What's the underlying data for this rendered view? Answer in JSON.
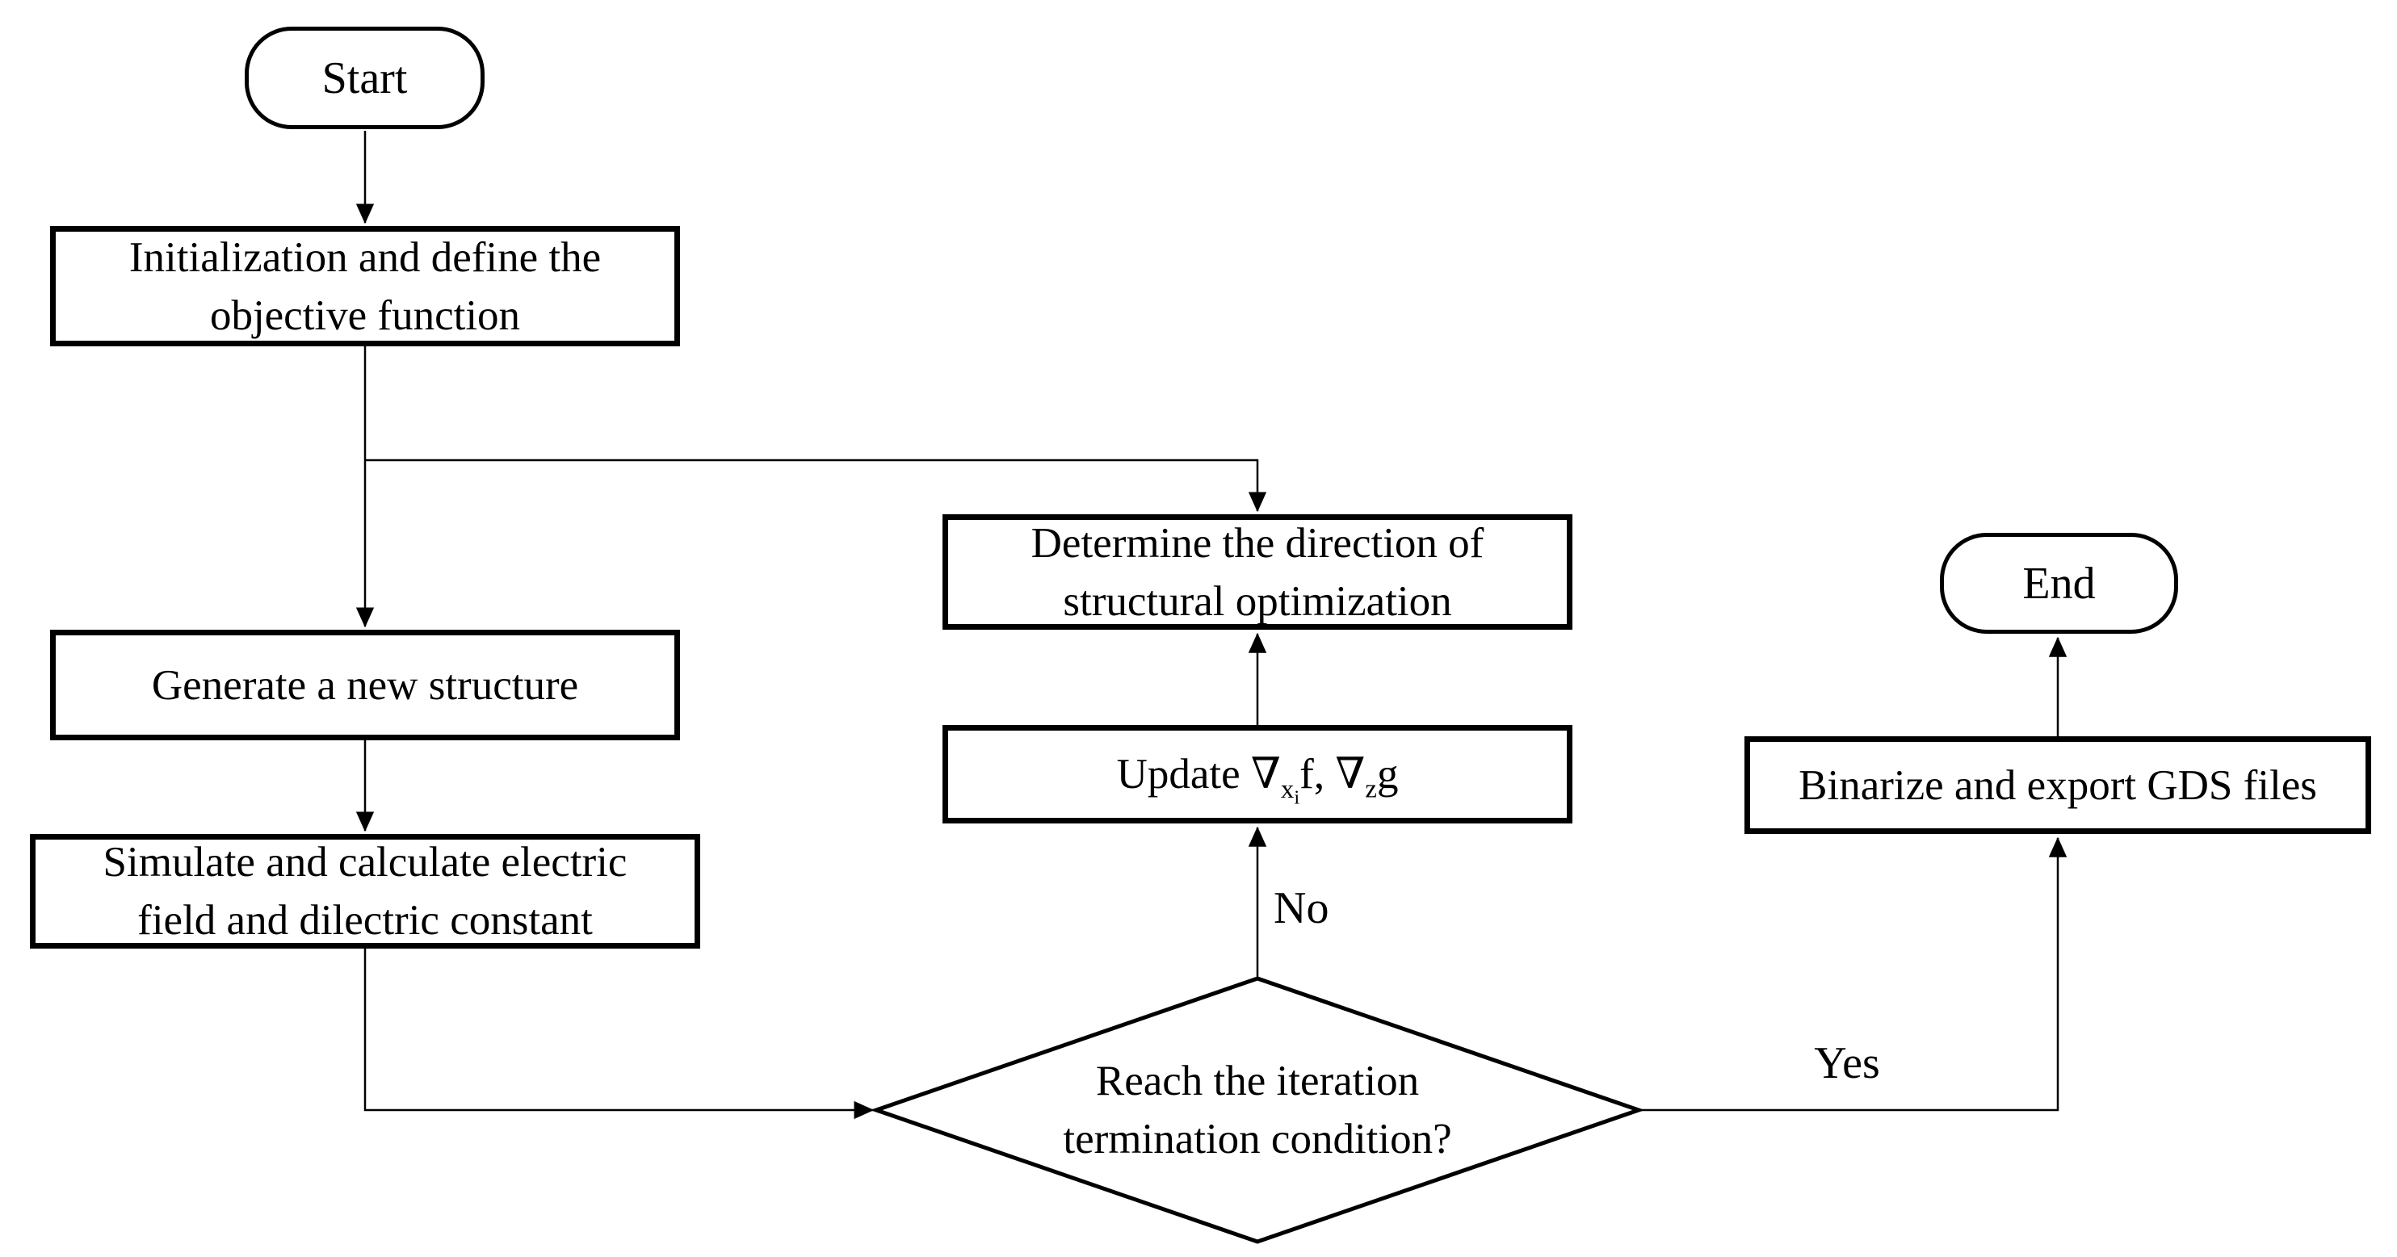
{
  "figure": {
    "type": "flowchart",
    "background_color": "#ffffff",
    "line_color": "#000000",
    "text_color": "#000000"
  },
  "nodes": {
    "start": {
      "label": "Start"
    },
    "init": {
      "line1": "Initialization and define the",
      "line2": "objective function"
    },
    "generate": {
      "line1": "Generate a new structure"
    },
    "simulate": {
      "line1": "Simulate and calculate electric",
      "line2": "field and dilectric constant"
    },
    "determine": {
      "line1": "Determine the direction of",
      "line2": "structural optimization"
    },
    "update": {
      "prefix": "Update ",
      "nabla1": "∇",
      "sub1_main": "x",
      "sub1_sub": "i",
      "mid": "f, ",
      "nabla2": "∇",
      "sub2": "z",
      "suffix": "g"
    },
    "decision": {
      "line1": "Reach the iteration",
      "line2": "termination condition?"
    },
    "binarize": {
      "line1": "Binarize and export GDS files"
    },
    "end": {
      "label": "End"
    }
  },
  "edge_labels": {
    "no": "No",
    "yes": "Yes"
  }
}
